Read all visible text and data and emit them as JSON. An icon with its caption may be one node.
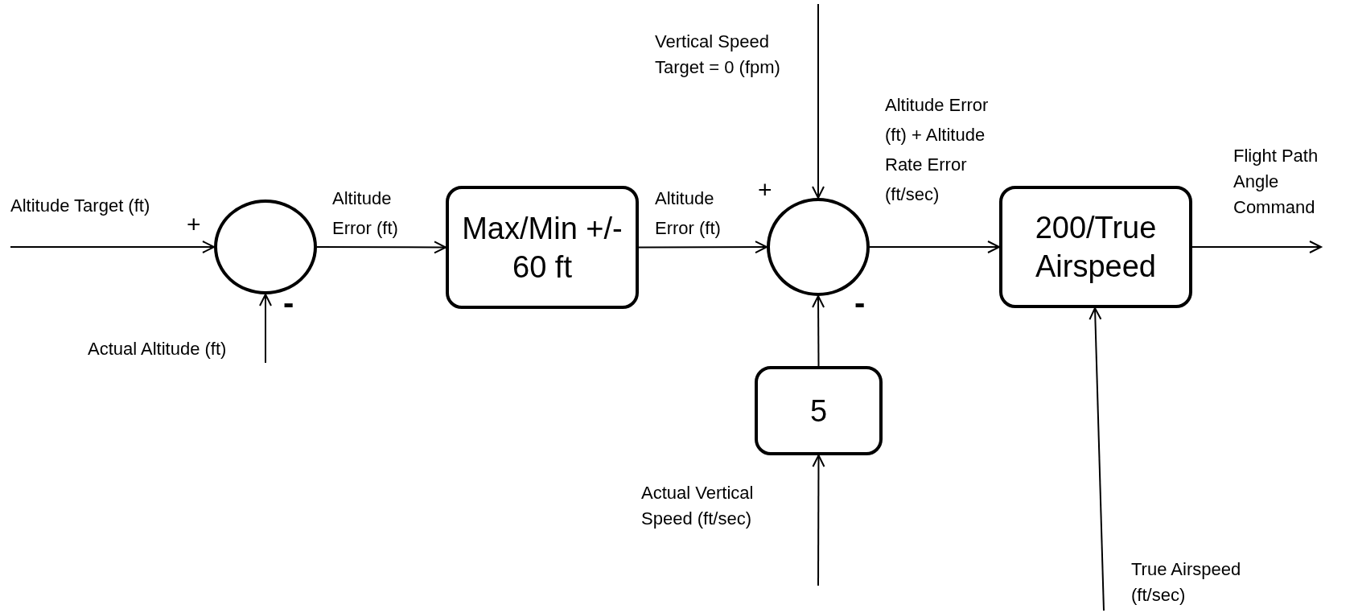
{
  "diagram": {
    "nodes": [
      {
        "text": [],
        "shape": "circle"
      },
      {
        "text": [
          "Max/Min +/- 60 ft"
        ]
      },
      {
        "text": [],
        "shape": "circle"
      },
      {
        "text": [
          "5"
        ]
      },
      {
        "text": [
          "200/True Airspeed"
        ]
      }
    ],
    "edges": [
      {
        "from": null,
        "to": 0,
        "arrow": "to"
      },
      {
        "from": null,
        "to": 0,
        "arrow": "to"
      },
      {
        "from": 0,
        "to": 1,
        "arrow": "to",
        "label": "Altitude Error (ft)"
      },
      {
        "from": 1,
        "to": 2,
        "arrow": "to",
        "label": "Altitude Error (ft)"
      },
      {
        "from": null,
        "to": 2,
        "arrow": "to"
      },
      {
        "from": 3,
        "to": 2,
        "arrow": "to"
      },
      {
        "from": null,
        "to": 3,
        "arrow": "to"
      },
      {
        "from": 2,
        "to": 4,
        "arrow": "to",
        "label": "Altitude Error (ft) + Altitude Rate Error (ft/sec)"
      },
      {
        "from": null,
        "to": 4,
        "arrow": "to"
      },
      {
        "from": 4,
        "to": null,
        "arrow": "to"
      }
    ],
    "labels": [
      "Altitude Target (ft)",
      "+",
      "-",
      "Actual Altitude (ft)",
      "+",
      "Vertical Speed Target = 0 (fpm)",
      "-",
      "Actual Vertical Speed (ft/sec)",
      "Flight Path Angle Command",
      "True Airspeed (ft/sec)"
    ]
  }
}
